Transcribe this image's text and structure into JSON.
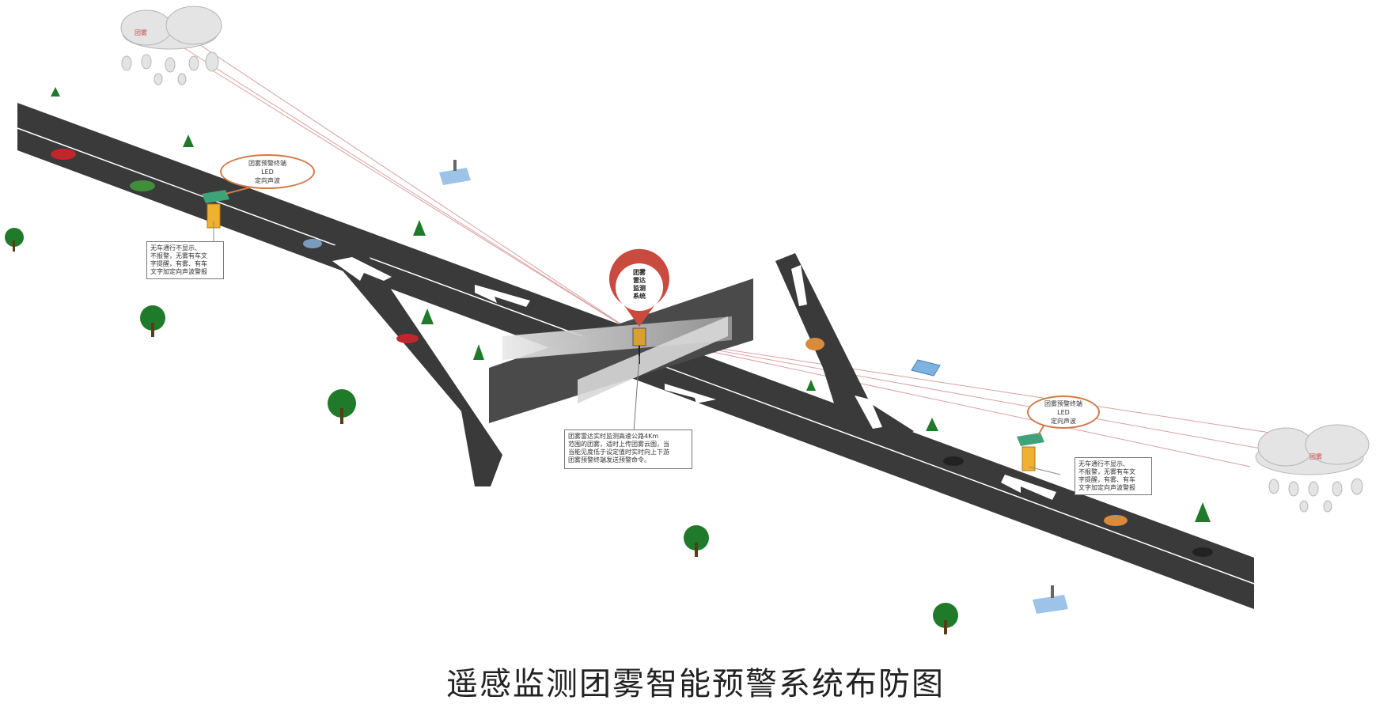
{
  "caption": "遥感监测团雾智能预警系统布防图",
  "clouds": [
    {
      "label": "团雾"
    },
    {
      "label": "团雾"
    }
  ],
  "terminals": [
    {
      "bubble": "团雾预警终端\nLED\n定向声波",
      "note": "无车通行不显示、\n不报警，无雾有车文\n字提醒，有雾、有车\n文字加定向声波警报"
    },
    {
      "bubble": "团雾预警终端\nLED\n定向声波",
      "note": "无车通行不显示、\n不报警，无雾有车文\n字提醒，有雾、有车\n文字加定向声波警报"
    }
  ],
  "radar": {
    "pin": "团雾\n雷达\n监测\n系统",
    "note": "团雾雷达实时监测高速公路4Km\n范围的团雾，适时上传团雾云图，当\n当能见度低于设定值时实时向上下游\n团雾预警终端发送预警命令。"
  },
  "colors": {
    "road": "#3a3a3a",
    "bridge": "#4a4a4a",
    "accent": "#c94a3f",
    "bubble_border": "#d07a48",
    "tree": "#1f7a2a"
  }
}
